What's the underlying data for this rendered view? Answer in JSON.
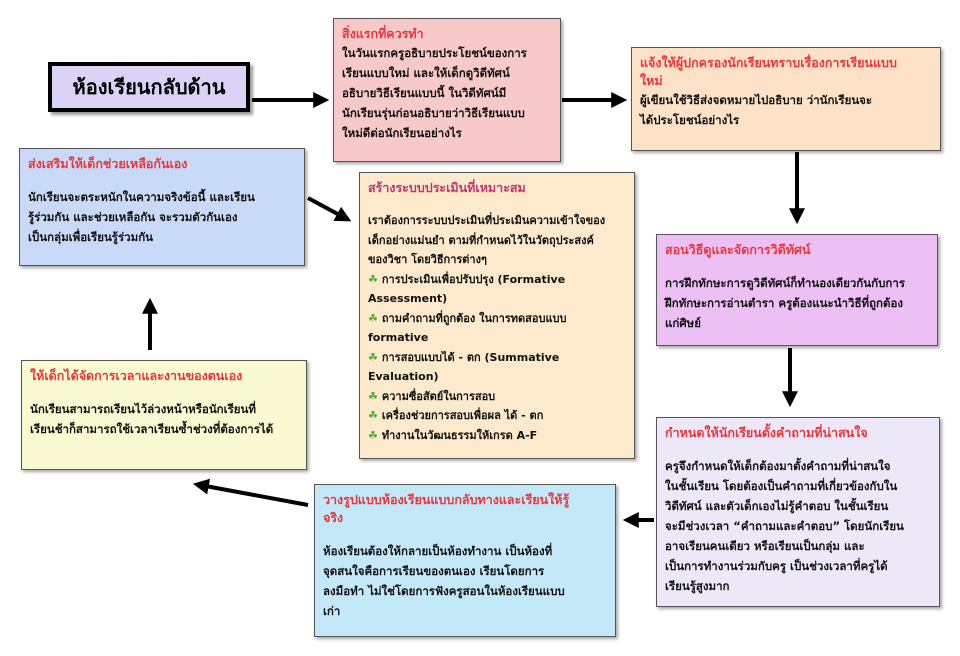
{
  "main_title": "ห้องเรียนกลับด้าน",
  "colors": {
    "heading": "#e8383d",
    "arrow": "#000000",
    "clover": "#4caf2a"
  },
  "boxes": {
    "first_thing": {
      "title": "สิ่งแรกที่ควรทำ",
      "body": "ในวันแรกครูอธิบายประโยชน์ของการ\nเรียนแบบใหม่   และให้เด็กดูวิดีทัศน์\n  อธิบายวิธีเรียนแบบนี้   ในวิดีทัศน์มี\n  นักเรียนรุ่นก่อนอธิบายว่าวิธีเรียนแบบ\nใหม่ดีต่อนักเรียนอย่างไร"
    },
    "inform_parents": {
      "title": "แจ้งให้ผู้ปกครองนักเรียนทราบเรื่องการเรียนแบบ\n  ใหม่",
      "body": "        ผู้เขียนใช้วิธีส่งจดหมายไปอธิบาย ว่านักเรียนจะ\nได้ประโยชน์อย่างไร"
    },
    "teach_video": {
      "title": "สอนวิธีดูและจัดการวิดีทัศน์",
      "body": "การฝึกทักษะการดูวิดีทัศน์ก็ทำนองเดียวกันกับการ\nฝึกทักษะการอ่านตำรา   ครูต้องแนะนำวิธีที่ถูกต้อง\nแก่ศิษย์"
    },
    "student_questions": {
      "title": "กำหนดให้นักเรียนตั้งคำถามที่น่าสนใจ",
      "body": " ครูจึงกำหนดให้เด็กต้องมาตั้งคำถามที่น่าสนใจ\nในชั้นเรียน   โดยต้องเป็นคำถามที่เกี่ยวข้องกับใน\n วิดีทัศน์ และตัวเด็กเองไม่รู้คำตอบ    ในชั้นเรียน\n  จะมีช่วงเวลา “คำถามและคำตอบ”  โดยนักเรียน\n อาจเรียนคนเดียว หรือเรียนเป็นกลุ่ม   และ\nเป็นการทำงานร่วมกับครู   เป็นช่วงเวลาที่ครูได้\nเรียนรู้สูงมาก"
    },
    "classroom_design": {
      "title": "วางรูปแบบห้องเรียนแบบกลับทางและเรียนให้รู้\n  จริง",
      "body": " ห้องเรียนต้องให้กลายเป็นห้องทำงาน   เป็นห้องที่\nจุดสนใจคือการเรียนของตนเอง   เรียนโดยการ\nลงมือทำ   ไม่ใช่โดยการฟังครูสอนในห้องเรียนแบบ\nเก่า"
    },
    "manage_time": {
      "title": "ให้เด็กได้จัดการเวลาและงานของตนเอง",
      "body": " นักเรียนสามารถเรียนไว้ล่วงหน้าหรือนักเรียนที่\nเรียนช้าก็สามารถใช้เวลาเรียนซ้ำช่วงที่ต้องการได้"
    },
    "help_each_other": {
      "title": "ส่งเสริมให้เด็กช่วยเหลือกันเอง",
      "body": " นักเรียนจะตระหนักในความจริงข้อนี้   และเรียน\nรู้ร่วมกัน และช่วยเหลือกัน   จะรวมตัวกันเอง\nเป็นกลุ่มเพื่อเรียนรู้ร่วมกัน"
    },
    "assessment": {
      "title": "สร้างระบบประเมินที่เหมาะสม",
      "body": "เราต้องการระบบประเมินที่ประเมินความเข้าใจของ\nเด็กอย่างแม่นยำ   ตามที่กำหนดไว้ในวัตถุประสงค์\nของวิชา  โดยวิธีการต่างๆ",
      "bullets": [
        "การประเมินเพื่อปรับปรุง (Formative Assessment)",
        "ถามคำถามที่ถูกต้อง ในการทดสอบแบบ formative",
        "การสอบแบบได้ - ตก (Summative Evaluation)",
        "ความซื่อสัตย์ในการสอบ",
        "เครื่องช่วยการสอบเพื่อผล ได้ - ตก",
        "ทำงานในวัฒนธรรมให้เกรด A-F"
      ]
    }
  }
}
